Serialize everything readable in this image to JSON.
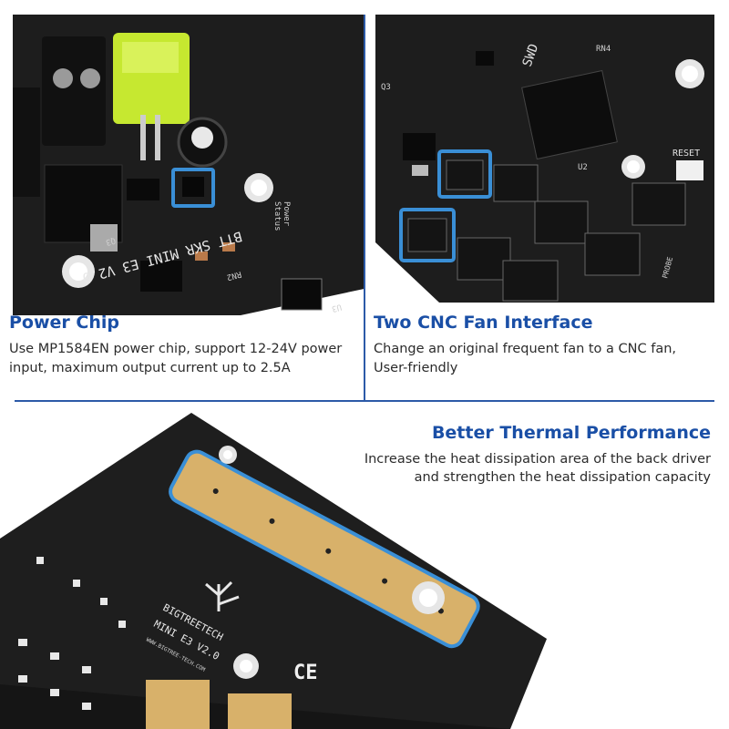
{
  "sections": [
    {
      "id": "power-chip",
      "title": "Power Chip",
      "desc_lines": [
        "Use MP1584EN power chip, support 12-24V power",
        "input, maximum output current up to 2.5A"
      ],
      "board_labels": [
        "BTT SKR MINI E3 V2.0",
        "Status",
        "Power",
        "RN2",
        "U3",
        "Q3"
      ]
    },
    {
      "id": "cnc-fan",
      "title": "Two CNC Fan Interface",
      "desc_lines": [
        "Change an original frequent fan to a CNC fan,",
        "User-friendly"
      ],
      "board_labels": [
        "SWD",
        "U2",
        "RESET",
        "RN4",
        "Q3",
        "PROBE"
      ]
    },
    {
      "id": "thermal",
      "title": "Better Thermal Performance",
      "desc_lines": [
        "Increase the heat dissipation area of the back driver",
        "and strengthen the heat dissipation capacity"
      ],
      "board_labels": [
        "BIGTREETECH",
        "MINI E3 V2.0",
        "WWW.BIGTREE-TECH.COM",
        "CE"
      ]
    }
  ],
  "colors": {
    "accent": "#1a4fa6",
    "board": "#1b1b1b",
    "copper": "#d8b16a",
    "highlight": "#3a8fd6",
    "fuse": "#c6e830"
  }
}
